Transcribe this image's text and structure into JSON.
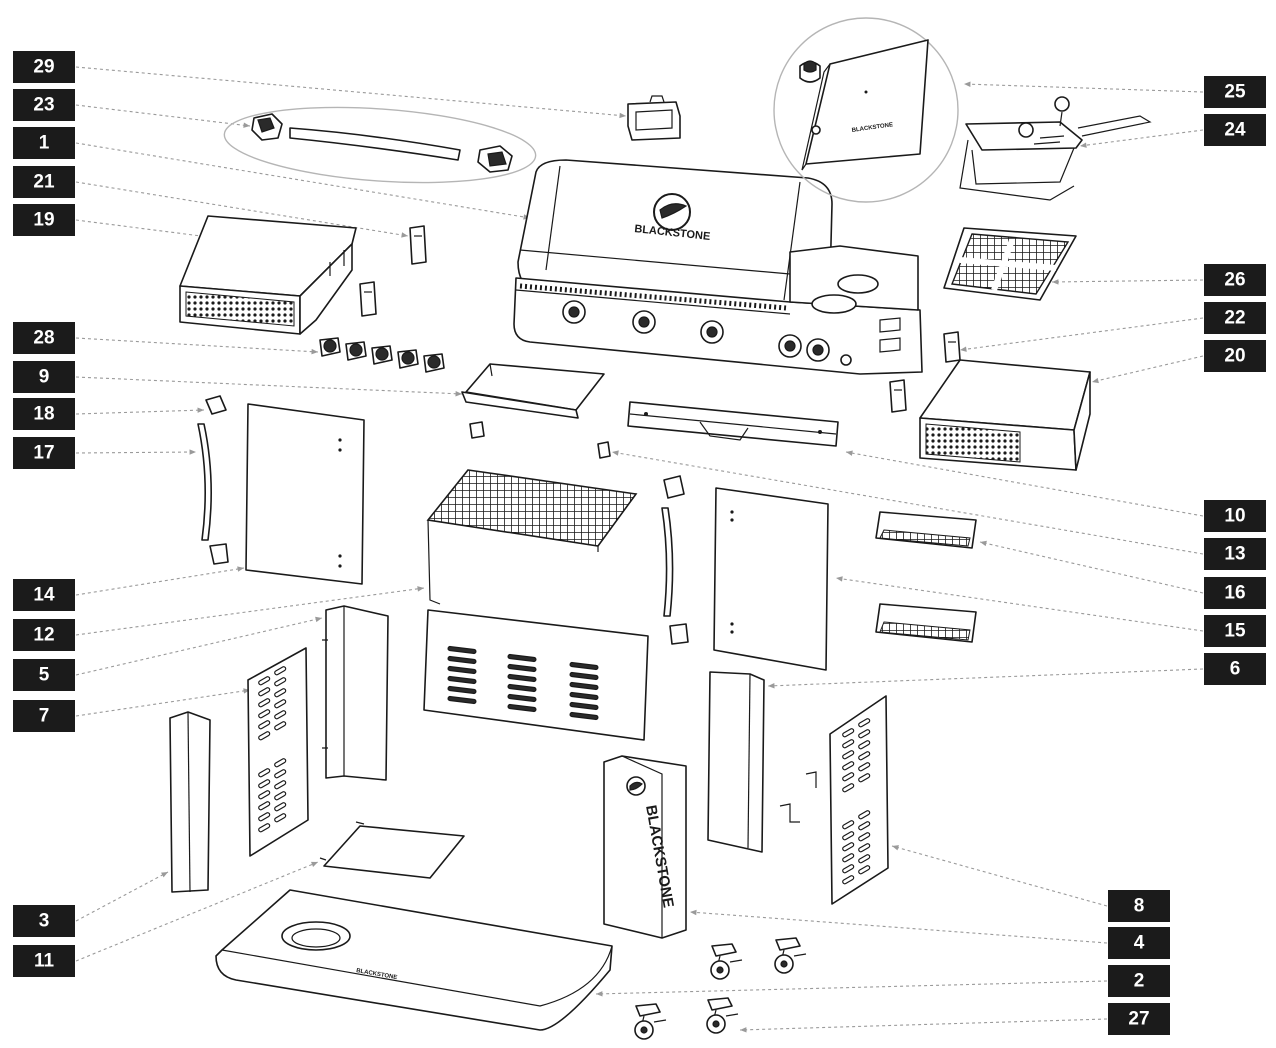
{
  "brand_text": "BLACKSTONE",
  "callouts": [
    {
      "label": "29"
    },
    {
      "label": "23"
    },
    {
      "label": "1"
    },
    {
      "label": "21"
    },
    {
      "label": "19"
    },
    {
      "label": "28"
    },
    {
      "label": "9"
    },
    {
      "label": "18"
    },
    {
      "label": "17"
    },
    {
      "label": "14"
    },
    {
      "label": "12"
    },
    {
      "label": "5"
    },
    {
      "label": "7"
    },
    {
      "label": "3"
    },
    {
      "label": "11"
    },
    {
      "label": "25"
    },
    {
      "label": "24"
    },
    {
      "label": "26"
    },
    {
      "label": "22"
    },
    {
      "label": "20"
    },
    {
      "label": "10"
    },
    {
      "label": "13"
    },
    {
      "label": "16"
    },
    {
      "label": "15"
    },
    {
      "label": "6"
    },
    {
      "label": "8"
    },
    {
      "label": "4"
    },
    {
      "label": "2"
    },
    {
      "label": "27"
    }
  ]
}
